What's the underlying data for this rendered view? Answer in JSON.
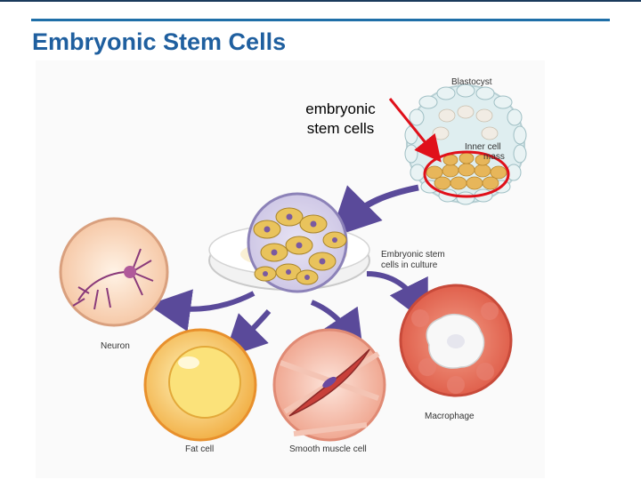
{
  "slide": {
    "title": "Embryonic Stem Cells",
    "callout_line1": "embryonic",
    "callout_line2": "stem cells"
  },
  "diagram": {
    "labels": {
      "blastocyst": "Blastocyst",
      "inner_cell": "Inner cell",
      "mass": "mass",
      "culture_line1": "Embryonic stem",
      "culture_line2": "cells in culture",
      "neuron": "Neuron",
      "fat_cell": "Fat cell",
      "smooth_muscle": "Smooth muscle cell",
      "macrophage": "Macrophage"
    },
    "colors": {
      "title": "#1f5f9f",
      "arrow_purple": "#5a4a9a",
      "highlight_red": "#e0101a"
    }
  }
}
